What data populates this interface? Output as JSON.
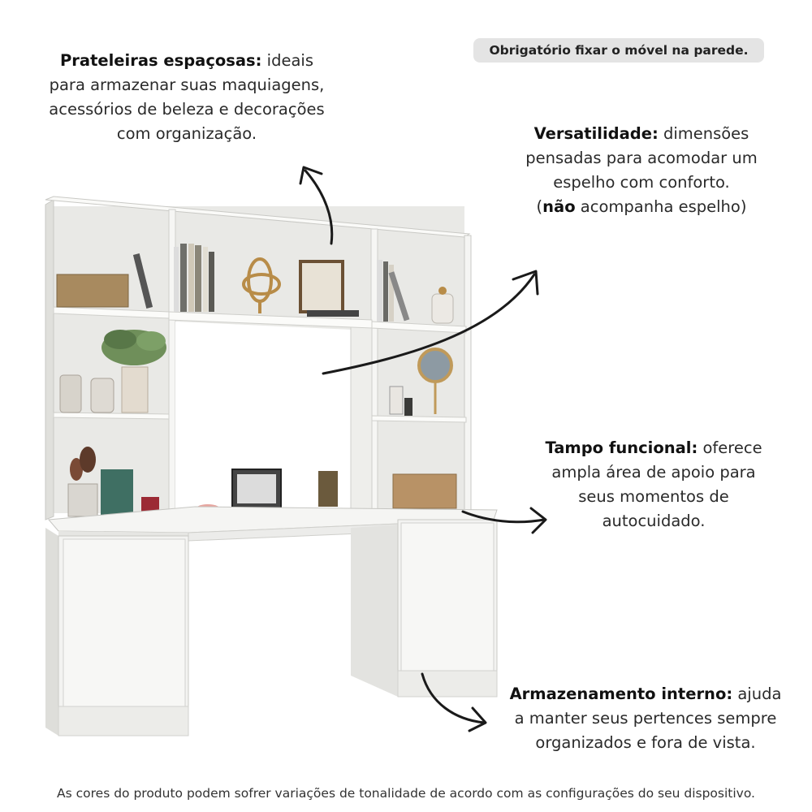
{
  "notice": "Obrigatório fixar o móvel na parede.",
  "callouts": {
    "shelves": {
      "title": "Prateleiras espaçosas:",
      "line1_rest": " ideais",
      "line2": "para armazenar suas maquiagens,",
      "line3": "acessórios de beleza e decorações",
      "line4": "com organização."
    },
    "versatility": {
      "title": "Versatilidade:",
      "line1_rest": " dimensões",
      "line2": "pensadas para acomodar um",
      "line3": "espelho com conforto.",
      "line4_open": "(",
      "line4_bold": "não",
      "line4_rest": " acompanha espelho)"
    },
    "tabletop": {
      "title": "Tampo funcional:",
      "line1_rest": " oferece",
      "line2": "ampla área de apoio para",
      "line3": "seus momentos de",
      "line4": "autocuidado."
    },
    "storage": {
      "title": "Armazenamento interno:",
      "line1_rest": " ajuda",
      "line2": "a manter seus pertences sempre",
      "line3": "organizados e fora de vista."
    }
  },
  "footer": "As cores do produto podem sofrer variações de tonalidade de acordo com as configurações do seu dispositivo.",
  "colors": {
    "furniture_white": "#f3f3f1",
    "furniture_shadow": "#dcdcd9",
    "edge_line": "#c4c4c0",
    "notice_background": "#e4e4e4",
    "arrow": "#1a1a1a"
  }
}
